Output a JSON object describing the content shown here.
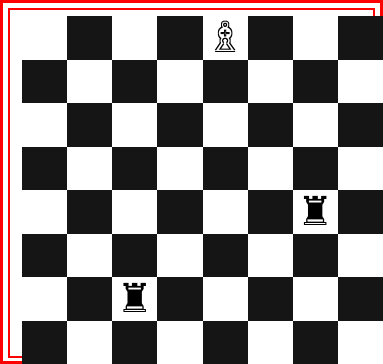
{
  "board": {
    "light_color": "#ffffff",
    "dark_color": "#151515",
    "frame_color": "#ff0000",
    "pieces": [
      {
        "name": "white-bishop",
        "glyph": "♗",
        "color": "white",
        "row": 0,
        "col": 4
      },
      {
        "name": "black-rook",
        "glyph": "♜",
        "color": "black",
        "row": 4,
        "col": 6
      },
      {
        "name": "black-rook",
        "glyph": "♜",
        "color": "black",
        "row": 6,
        "col": 2
      }
    ]
  }
}
